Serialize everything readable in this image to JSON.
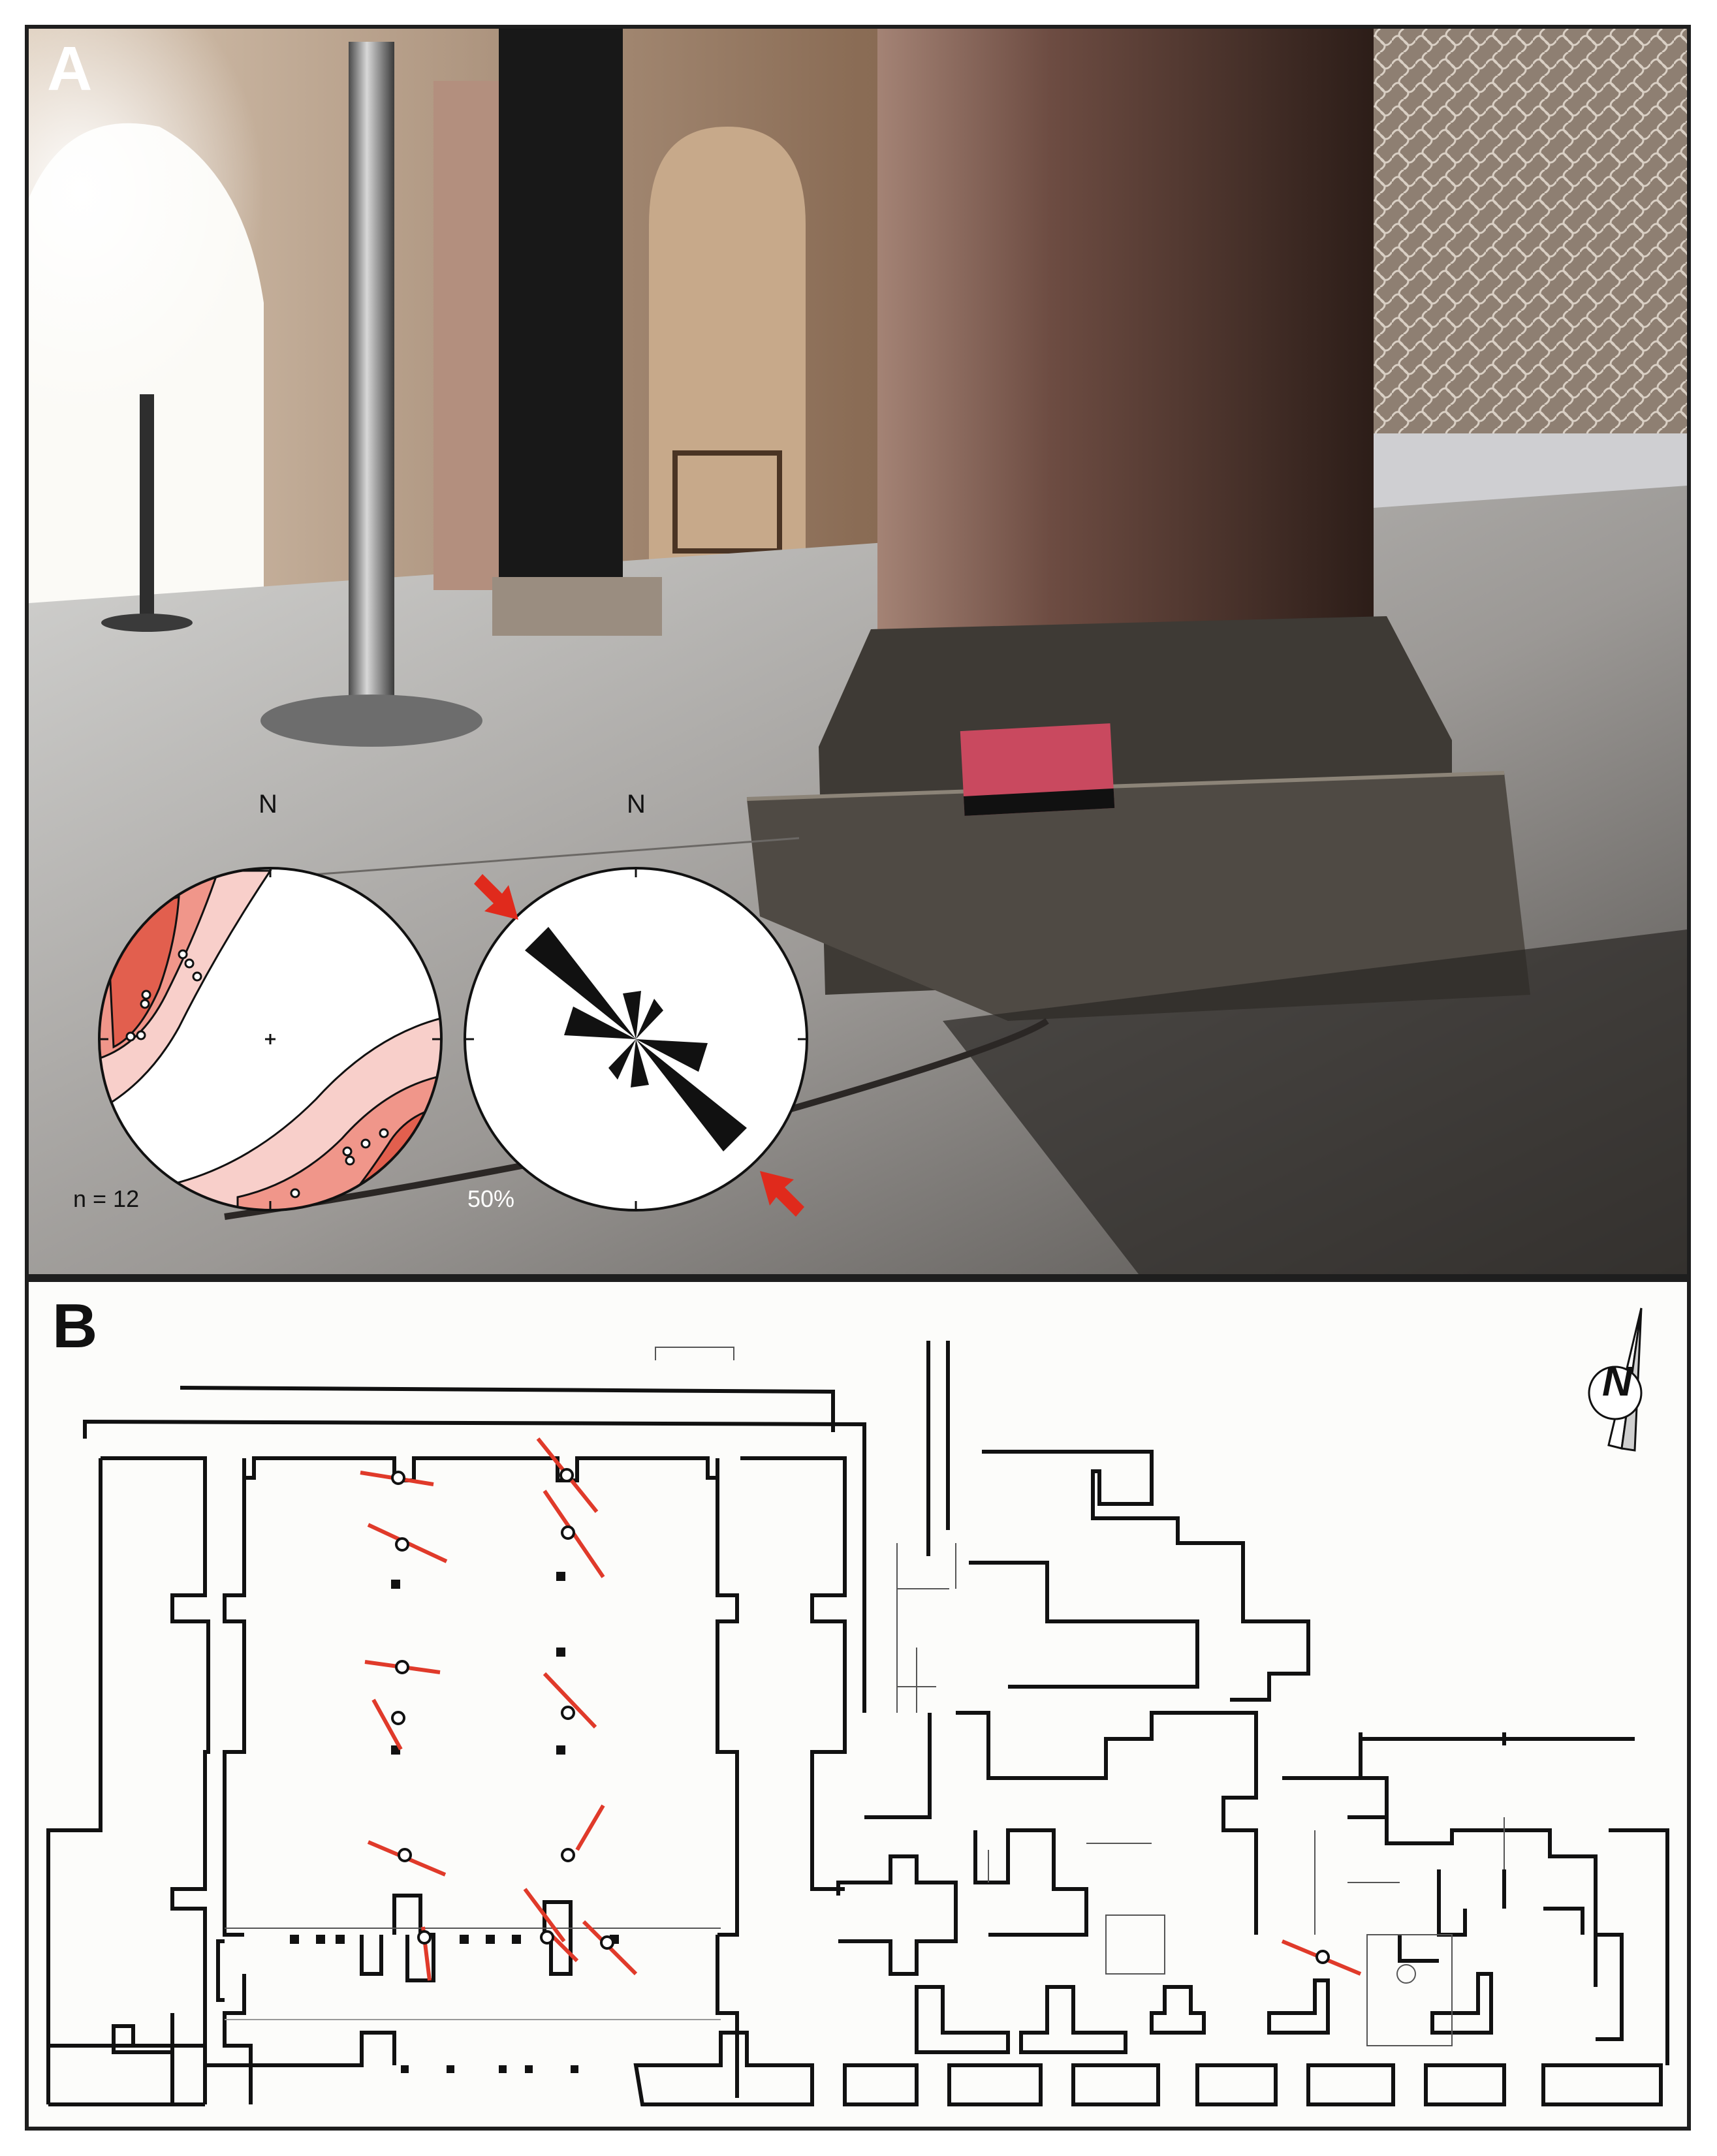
{
  "panel_a": {
    "label": "A",
    "stereonet": {
      "north_label": "N",
      "count_label": "n = 12"
    },
    "rose": {
      "north_label": "N",
      "scale_label": "50%"
    }
  },
  "panel_b": {
    "label": "B",
    "north_arrow_label": "N"
  },
  "colors": {
    "contour_dark": "#e25f4e",
    "contour_mid": "#f0968a",
    "contour_light": "#f8cfca",
    "orientation_lines": "#e03a2a",
    "stress_arrows": "#e02a1c"
  }
}
